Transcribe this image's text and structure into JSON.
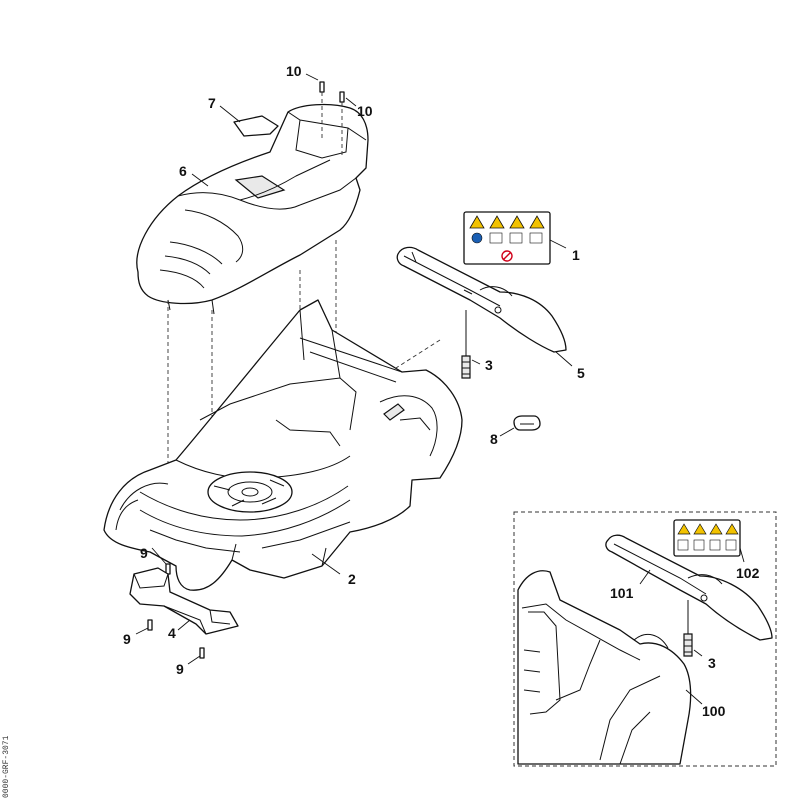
{
  "diagram": {
    "drawing_id": "0000-GRF-3071",
    "callouts": [
      {
        "id": "c1",
        "label": "1"
      },
      {
        "id": "c2",
        "label": "2"
      },
      {
        "id": "c3a",
        "label": "3"
      },
      {
        "id": "c3b",
        "label": "3"
      },
      {
        "id": "c4",
        "label": "4"
      },
      {
        "id": "c5",
        "label": "5"
      },
      {
        "id": "c6",
        "label": "6"
      },
      {
        "id": "c7",
        "label": "7"
      },
      {
        "id": "c8",
        "label": "8"
      },
      {
        "id": "c9a",
        "label": "9"
      },
      {
        "id": "c9b",
        "label": "9"
      },
      {
        "id": "c9c",
        "label": "9"
      },
      {
        "id": "c10a",
        "label": "10"
      },
      {
        "id": "c10b",
        "label": "10"
      },
      {
        "id": "c100",
        "label": "100"
      },
      {
        "id": "c101",
        "label": "101"
      },
      {
        "id": "c102",
        "label": "102"
      }
    ],
    "colors": {
      "line": "#111111",
      "warning": "#f2c200",
      "prohibition": "#d0021b",
      "info": "#1a5fb4"
    }
  }
}
